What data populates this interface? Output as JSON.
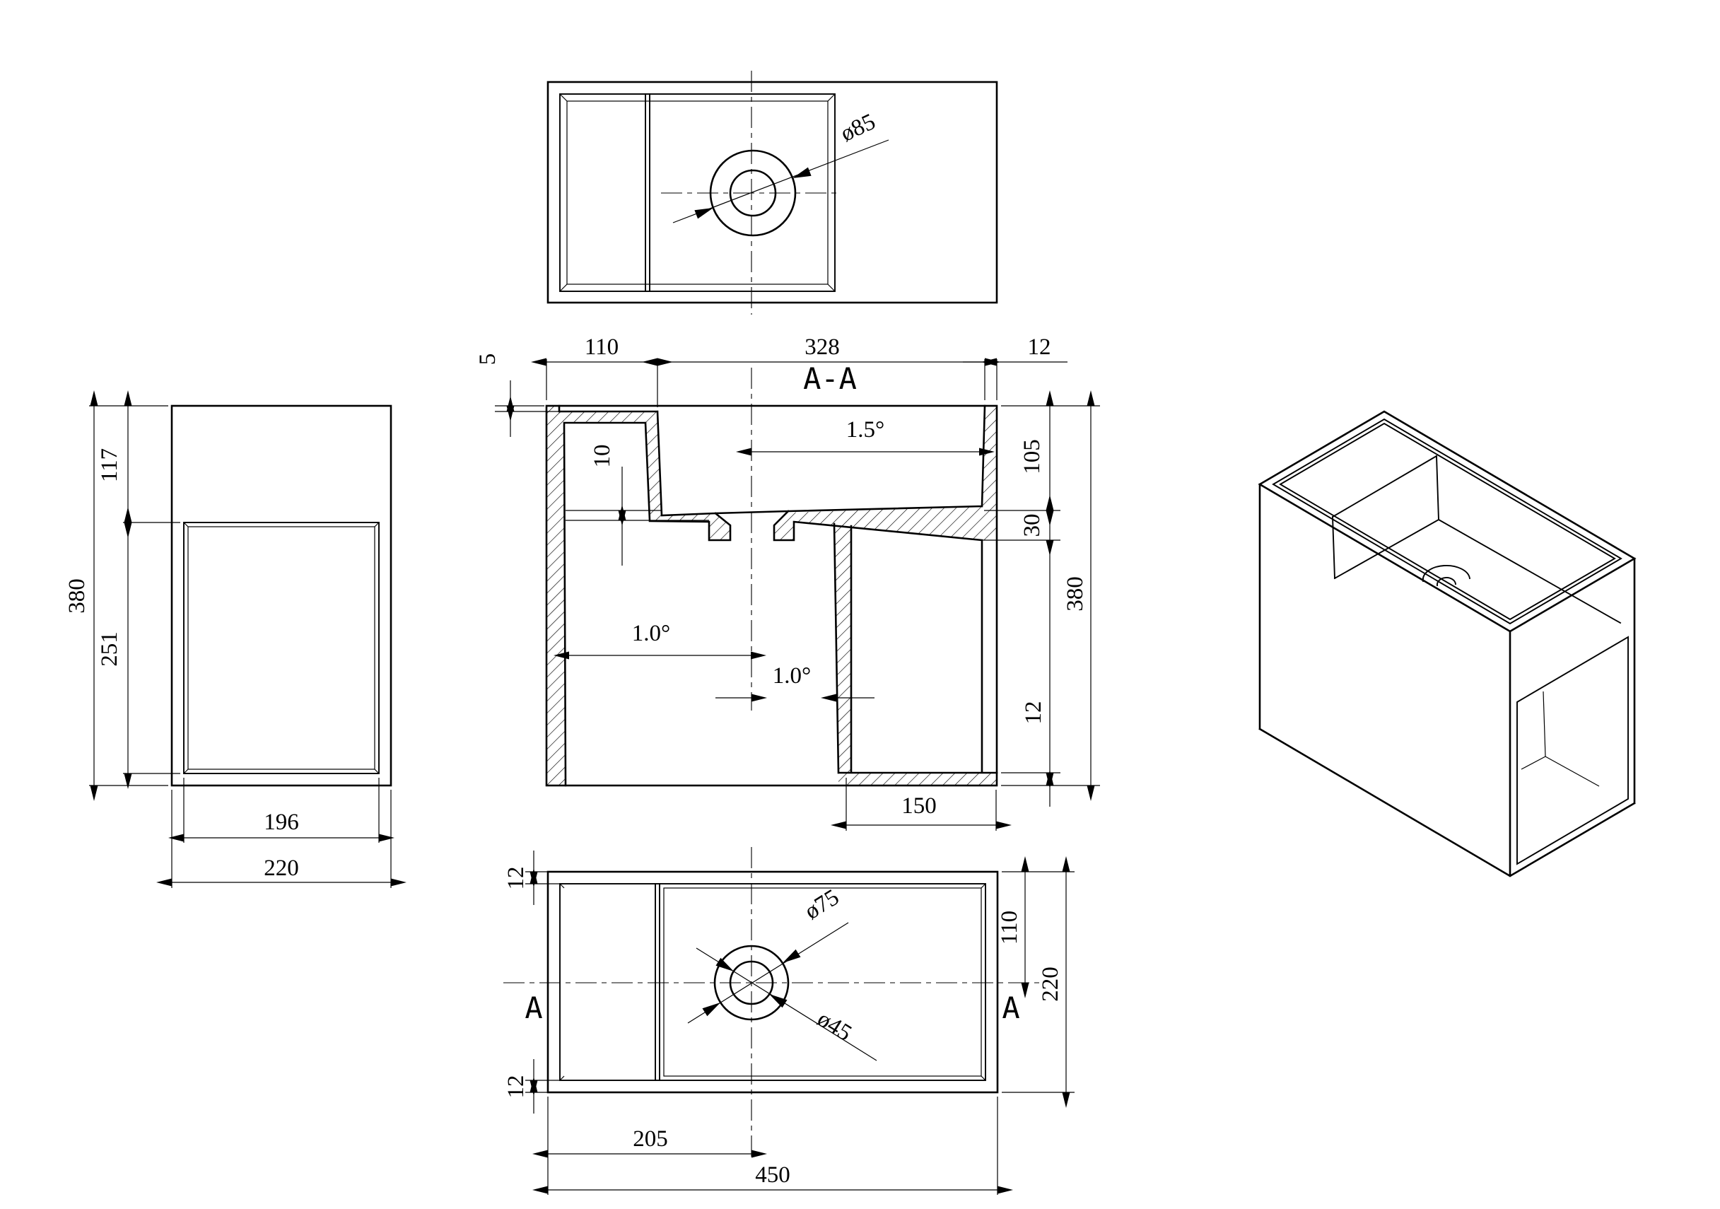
{
  "drawing": {
    "background_color": "#ffffff",
    "line_color": "#000000",
    "top_view": {
      "drain_diameter": "ø85"
    },
    "side_view": {
      "offset_top": "117",
      "recess_height": "251",
      "total_height": "380",
      "recess_width": "196",
      "total_width": "220"
    },
    "section_view": {
      "title": "A-A",
      "rim_step": "5",
      "deck_width": "110",
      "bowl_width": "328",
      "wall_top": "12",
      "bowl_slope": "1.5°",
      "floor_drop": "10",
      "bowl_depth": "105",
      "floor_thickness": "30",
      "total_height": "380",
      "bottom_thickness": "12",
      "left_draft": "1.0°",
      "divider_draft": "1.0°",
      "bottom_opening": "150"
    },
    "bottom_view": {
      "border_top": "12",
      "border_bottom": "12",
      "drain_offset_depth": "110",
      "total_depth": "220",
      "drain_offset_length": "205",
      "total_length": "450",
      "drain_outer_diameter": "ø75",
      "drain_hole_diameter": "ø45",
      "section_marker_left": "A",
      "section_marker_right": "A"
    }
  }
}
